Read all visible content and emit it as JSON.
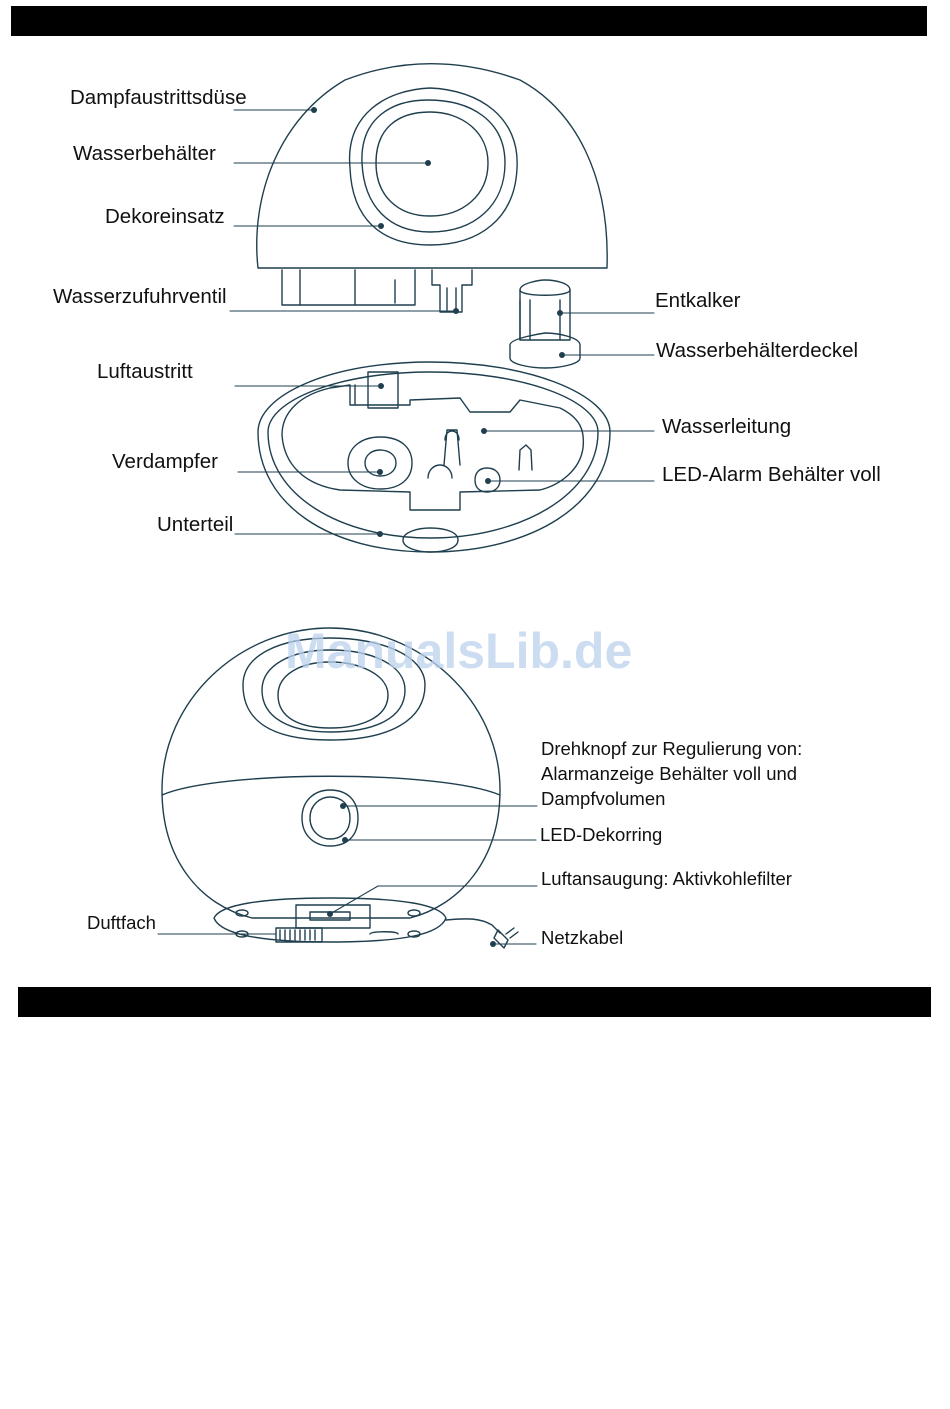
{
  "upper_diagram": {
    "labels": {
      "steam_nozzle": "Dampfaustrittsdüse",
      "water_tank": "Wasserbehälter",
      "decor_insert": "Dekoreinsatz",
      "water_supply_valve": "Wasserzufuhrventil",
      "air_outlet": "Luftaustritt",
      "evaporator": "Verdampfer",
      "base": "Unterteil",
      "decalcifier": "Entkalker",
      "tank_lid": "Wasserbehälterdeckel",
      "water_pipe": "Wasserleitung",
      "led_alarm": "LED-Alarm Behälter voll"
    }
  },
  "lower_diagram": {
    "labels": {
      "knob_line1": "Drehknopf zur Regulierung von:",
      "knob_line2": "Alarmanzeige Behälter voll und",
      "knob_line3": "Dampfvolumen",
      "led_ring": "LED-Dekorring",
      "air_intake": "Luftansaugung: Aktivkohlefilter",
      "scent_tray": "Duftfach",
      "power_cord": "Netzkabel"
    }
  },
  "watermark": "ManualsLib.de",
  "colors": {
    "line": "#1f3f4f",
    "watermark": "#bcd2ee",
    "bars": "#000000"
  }
}
